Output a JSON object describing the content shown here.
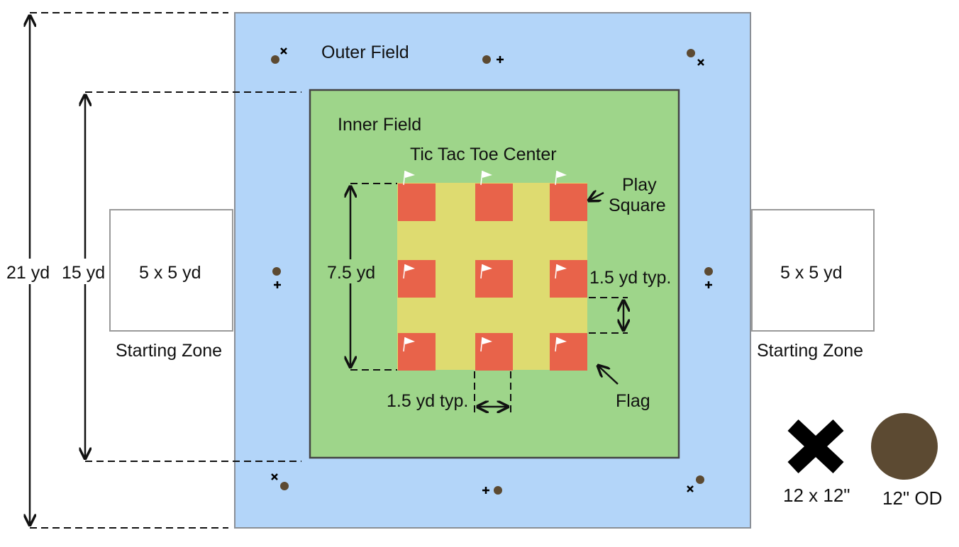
{
  "labels": {
    "outer_field": "Outer Field",
    "inner_field": "Inner Field",
    "center": "Tic Tac Toe Center",
    "play_square_line1": "Play",
    "play_square_line2": "Square",
    "flag": "Flag",
    "starting_zone_left": "Starting Zone",
    "starting_zone_right": "Starting Zone",
    "zone_size_left": "5 x 5 yd",
    "zone_size_right": "5 x 5 yd",
    "dim_21": "21 yd",
    "dim_15": "15 yd",
    "dim_7_5": "7.5 yd",
    "dim_gap_vertical": "1.5 yd typ.",
    "dim_gap_horizontal": "1.5 yd typ."
  },
  "legend": {
    "x_marker_label": "12 x 12\"",
    "circle_marker_label": "12\" OD"
  },
  "colors": {
    "outer_field": "#b3d5f9",
    "inner_field": "#9ed58a",
    "center": "#dedb70",
    "play_square": "#e8634a",
    "marker": "#5c4a32"
  }
}
